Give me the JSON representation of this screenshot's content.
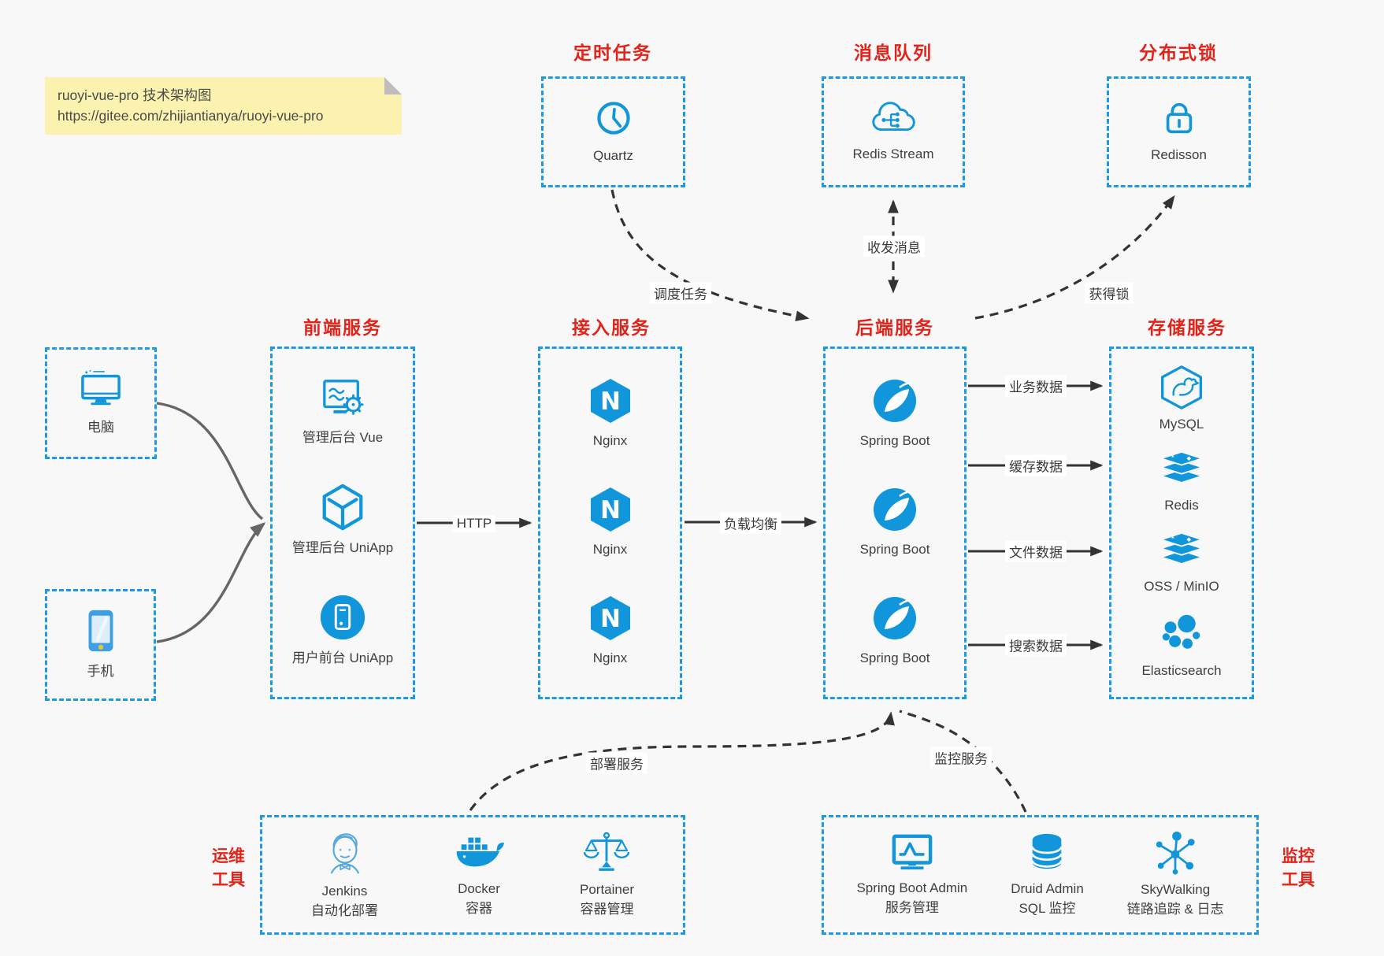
{
  "colors": {
    "accent_blue": "#1296db",
    "border_blue": "#1b9aec",
    "title_red": "#e2231a",
    "text_gray": "#3f3f3f",
    "note_bg": "#faf2ae",
    "page_bg": "#f8f8f8"
  },
  "note": {
    "line1": "ruoyi-vue-pro 技术架构图",
    "line2": "https://gitee.com/zhijiantianya/ruoyi-vue-pro"
  },
  "scheduler": {
    "title": "定时任务",
    "item": "Quartz"
  },
  "mq": {
    "title": "消息队列",
    "item": "Redis Stream"
  },
  "dlock": {
    "title": "分布式锁",
    "item": "Redisson"
  },
  "clients": {
    "pc": "电脑",
    "mobile": "手机"
  },
  "frontend": {
    "title": "前端服务",
    "items": [
      "管理后台 Vue",
      "管理后台 UniApp",
      "用户前台 UniApp"
    ]
  },
  "gateway": {
    "title": "接入服务",
    "items": [
      "Nginx",
      "Nginx",
      "Nginx"
    ]
  },
  "backend": {
    "title": "后端服务",
    "items": [
      "Spring Boot",
      "Spring Boot",
      "Spring Boot"
    ]
  },
  "storage": {
    "title": "存储服务",
    "items": [
      "MySQL",
      "Redis",
      "OSS / MinIO",
      "Elasticsearch"
    ]
  },
  "devops": {
    "title_line1": "运维",
    "title_line2": "工具",
    "items": [
      {
        "name": "Jenkins",
        "desc": "自动化部署"
      },
      {
        "name": "Docker",
        "desc": "容器"
      },
      {
        "name": "Portainer",
        "desc": "容器管理"
      }
    ]
  },
  "monitoring": {
    "title_line1": "监控",
    "title_line2": "工具",
    "items": [
      {
        "name": "Spring Boot Admin",
        "desc": "服务管理"
      },
      {
        "name": "Druid Admin",
        "desc": "SQL 监控"
      },
      {
        "name": "SkyWalking",
        "desc": "链路追踪 & 日志"
      }
    ]
  },
  "edges": {
    "http": "HTTP",
    "load_balance": "负载均衡",
    "business_data": "业务数据",
    "cache_data": "缓存数据",
    "file_data": "文件数据",
    "search_data": "搜索数据",
    "schedule_task": "调度任务",
    "send_receive_msg": "收发消息",
    "acquire_lock": "获得锁",
    "deploy_service": "部署服务",
    "monitor_service": "监控服务"
  }
}
